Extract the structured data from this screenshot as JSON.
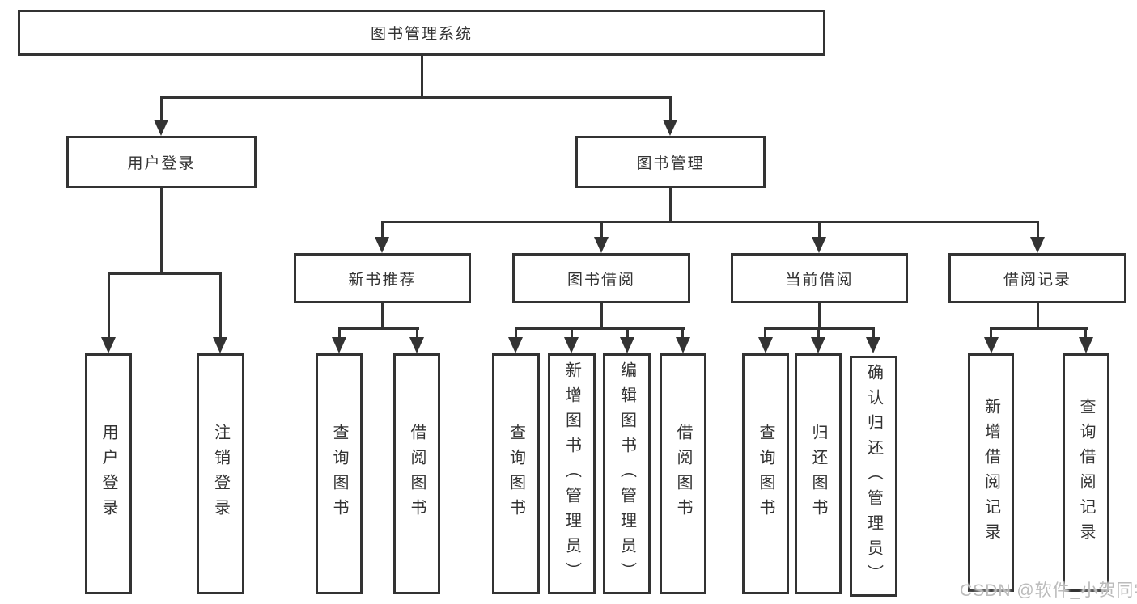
{
  "diagram": {
    "root_label": "图书管理系统",
    "nodes": {
      "user_login": "用户登录",
      "book_mgmt": "图书管理",
      "new_books": "新书推荐",
      "book_borrow": "图书借阅",
      "current_borrow": "当前借阅",
      "borrow_records": "借阅记录"
    },
    "leaves": {
      "user_login": [
        "用户登录",
        "注销登录"
      ],
      "new_books": [
        "查询图书",
        "借阅图书"
      ],
      "book_borrow": [
        "查询图书",
        "新增图书（管理员）",
        "编辑图书（管理员）",
        "借阅图书"
      ],
      "current_borrow": [
        "查询图书",
        "归还图书",
        "确认归还（管理员）"
      ],
      "borrow_records": [
        "新增借阅记录",
        "查询借阅记录"
      ]
    },
    "watermark": "CSDN @软件_小贺同学",
    "colors": {
      "line": "#333333",
      "text": "#333333",
      "watermark": "#bbbbbb",
      "background": "#ffffff"
    }
  }
}
